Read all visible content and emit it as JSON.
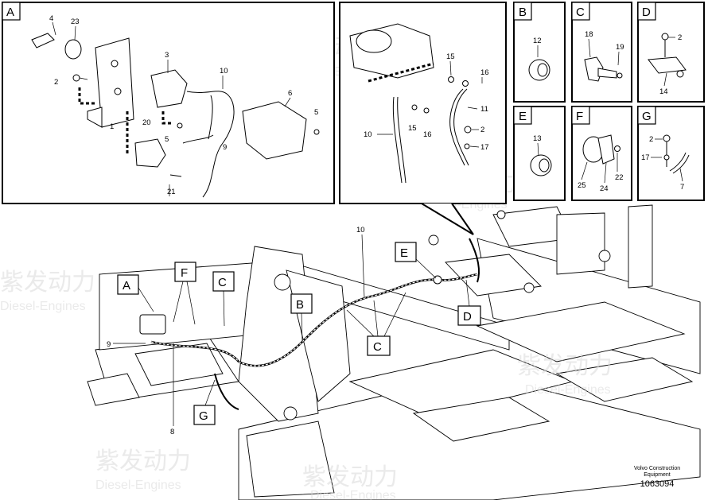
{
  "watermark": {
    "cn": "紫发动力",
    "en": "Diesel-Engines"
  },
  "panels": {
    "A": {
      "label": "A",
      "parts": [
        "4",
        "23",
        "3",
        "2",
        "10",
        "6",
        "5",
        "20",
        "1",
        "5",
        "9",
        "21"
      ]
    },
    "top": {
      "parts": [
        "15",
        "16",
        "11",
        "10",
        "15",
        "16",
        "2",
        "17"
      ]
    },
    "B": {
      "label": "B",
      "parts": [
        "12"
      ]
    },
    "C": {
      "label": "C",
      "parts": [
        "18",
        "19"
      ]
    },
    "D": {
      "label": "D",
      "parts": [
        "2",
        "14"
      ]
    },
    "E": {
      "label": "E",
      "parts": [
        "13"
      ]
    },
    "F": {
      "label": "F",
      "parts": [
        "22",
        "25",
        "24"
      ]
    },
    "G": {
      "label": "G",
      "parts": [
        "2",
        "17",
        "7"
      ]
    }
  },
  "main": {
    "labels": {
      "A": "A",
      "F": "F",
      "C1": "C",
      "B": "B",
      "C2": "C",
      "E": "E",
      "D": "D",
      "G": "G"
    },
    "numbers": {
      "n10": "10",
      "n9": "9",
      "n8": "8"
    }
  },
  "footer": {
    "line1": "Volvo Construction",
    "line2": "Equipment",
    "code": "1063094"
  }
}
